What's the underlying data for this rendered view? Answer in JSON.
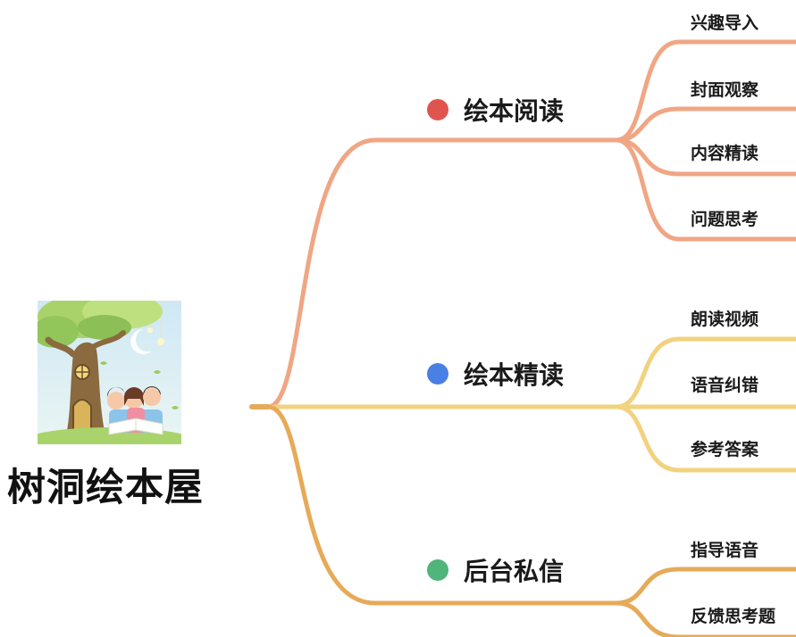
{
  "root": {
    "title": "树洞绘本屋",
    "image_desc_icon": "tree-house-reading-illustration"
  },
  "colors": {
    "branch_reading": "#F0A684",
    "branch_intensive": "#F2D27E",
    "branch_backend": "#E6AA58",
    "dot_reading": "#E05450",
    "dot_intensive": "#4A7FE4",
    "dot_backend": "#4FB57A"
  },
  "branches": [
    {
      "label": "绘本阅读",
      "children": [
        "兴趣导入",
        "封面观察",
        "内容精读",
        "问题思考"
      ]
    },
    {
      "label": "绘本精读",
      "children": [
        "朗读视频",
        "语音纠错",
        "参考答案"
      ]
    },
    {
      "label": "后台私信",
      "children": [
        "指导语音",
        "反馈思考题"
      ]
    }
  ]
}
